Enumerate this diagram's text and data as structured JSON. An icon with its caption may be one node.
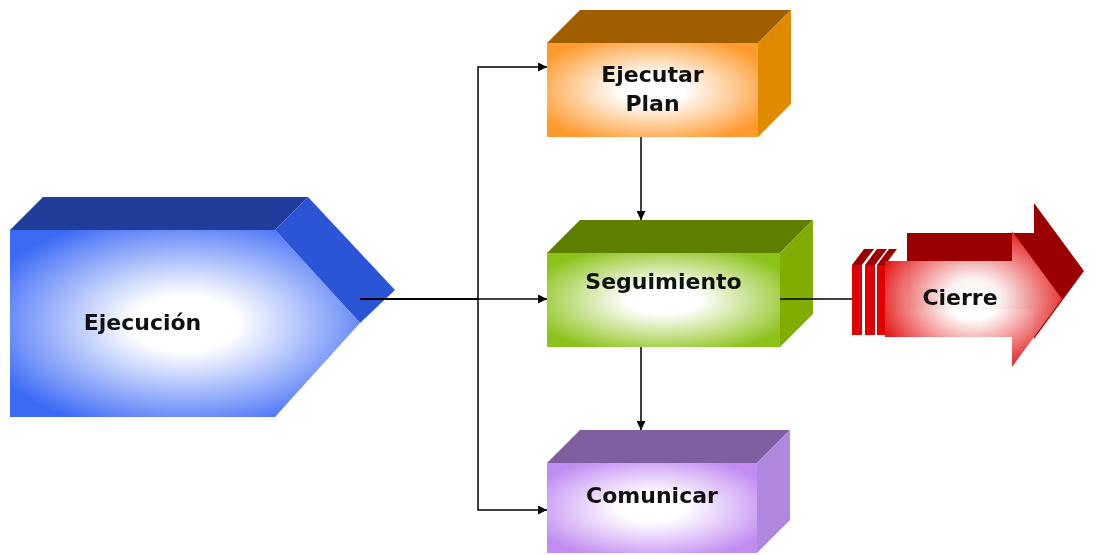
{
  "diagram": {
    "nodes": [
      {
        "text": [
          "Ejecución"
        ]
      },
      {
        "text": [
          "Ejecutar Plan"
        ]
      },
      {
        "text": [
          "Seguimiento"
        ]
      },
      {
        "text": [
          "Comunicar"
        ]
      },
      {
        "text": [
          "Cierre"
        ]
      }
    ],
    "edges": [
      {
        "from": 0,
        "to": 1,
        "arrow": "to"
      },
      {
        "from": 0,
        "to": 2,
        "arrow": "to"
      },
      {
        "from": 0,
        "to": 3,
        "arrow": "to"
      },
      {
        "from": 1,
        "to": 2,
        "arrow": "to"
      },
      {
        "from": 2,
        "to": 3,
        "arrow": "to"
      },
      {
        "from": 2,
        "to": 4,
        "arrow": "none"
      }
    ]
  }
}
